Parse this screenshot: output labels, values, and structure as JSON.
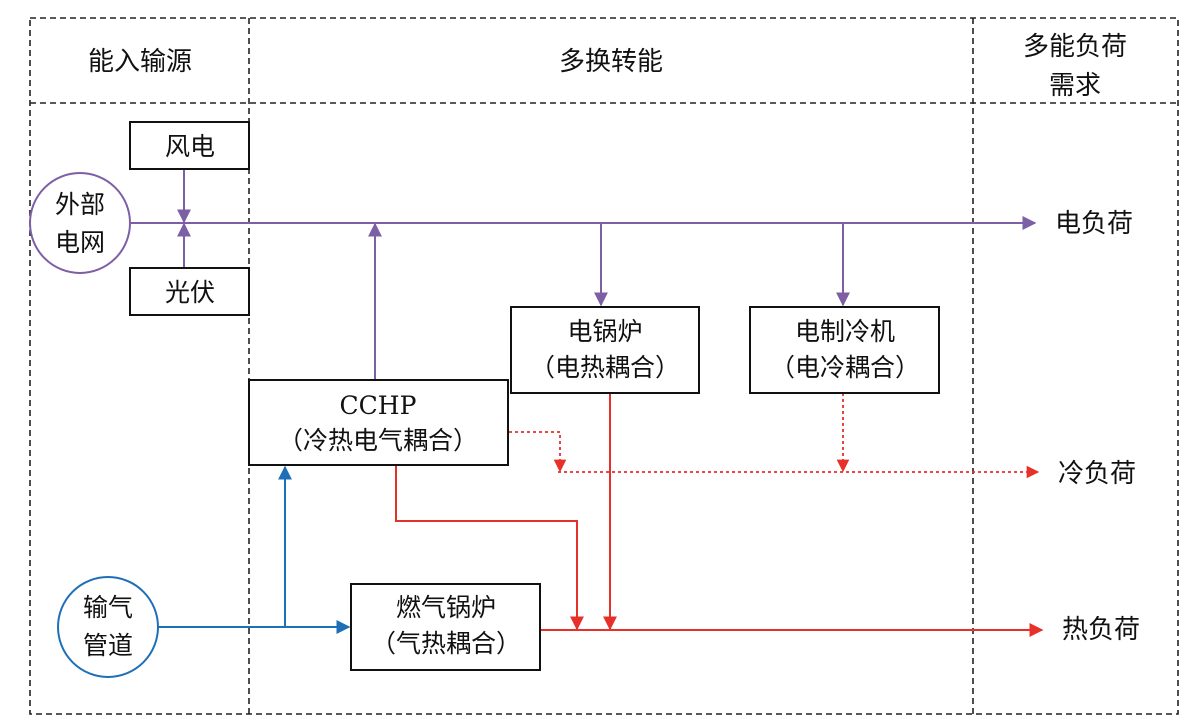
{
  "columns": {
    "source": "能入输源",
    "conversion": "多换转能",
    "demand_line1": "多能负荷",
    "demand_line2": "需求"
  },
  "sources": {
    "wind": "风电",
    "pv": "光伏",
    "grid_line1": "外部",
    "grid_line2": "电网",
    "gas_line1": "输气",
    "gas_line2": "管道"
  },
  "devices": {
    "cchp_line1": "CCHP",
    "cchp_line2": "（冷热电气耦合）",
    "eboiler_line1": "电锅炉",
    "eboiler_line2": "（电热耦合）",
    "echiller_line1": "电制冷机",
    "echiller_line2": "（电冷耦合）",
    "gboiler_line1": "燃气锅炉",
    "gboiler_line2": "（气热耦合）"
  },
  "loads": {
    "electric": "电负荷",
    "cooling": "冷负荷",
    "heat": "热负荷"
  },
  "colors": {
    "electric": "#7d5fa6",
    "gas": "#1f6fb8",
    "heat": "#e8302a",
    "frame": "#222222"
  }
}
